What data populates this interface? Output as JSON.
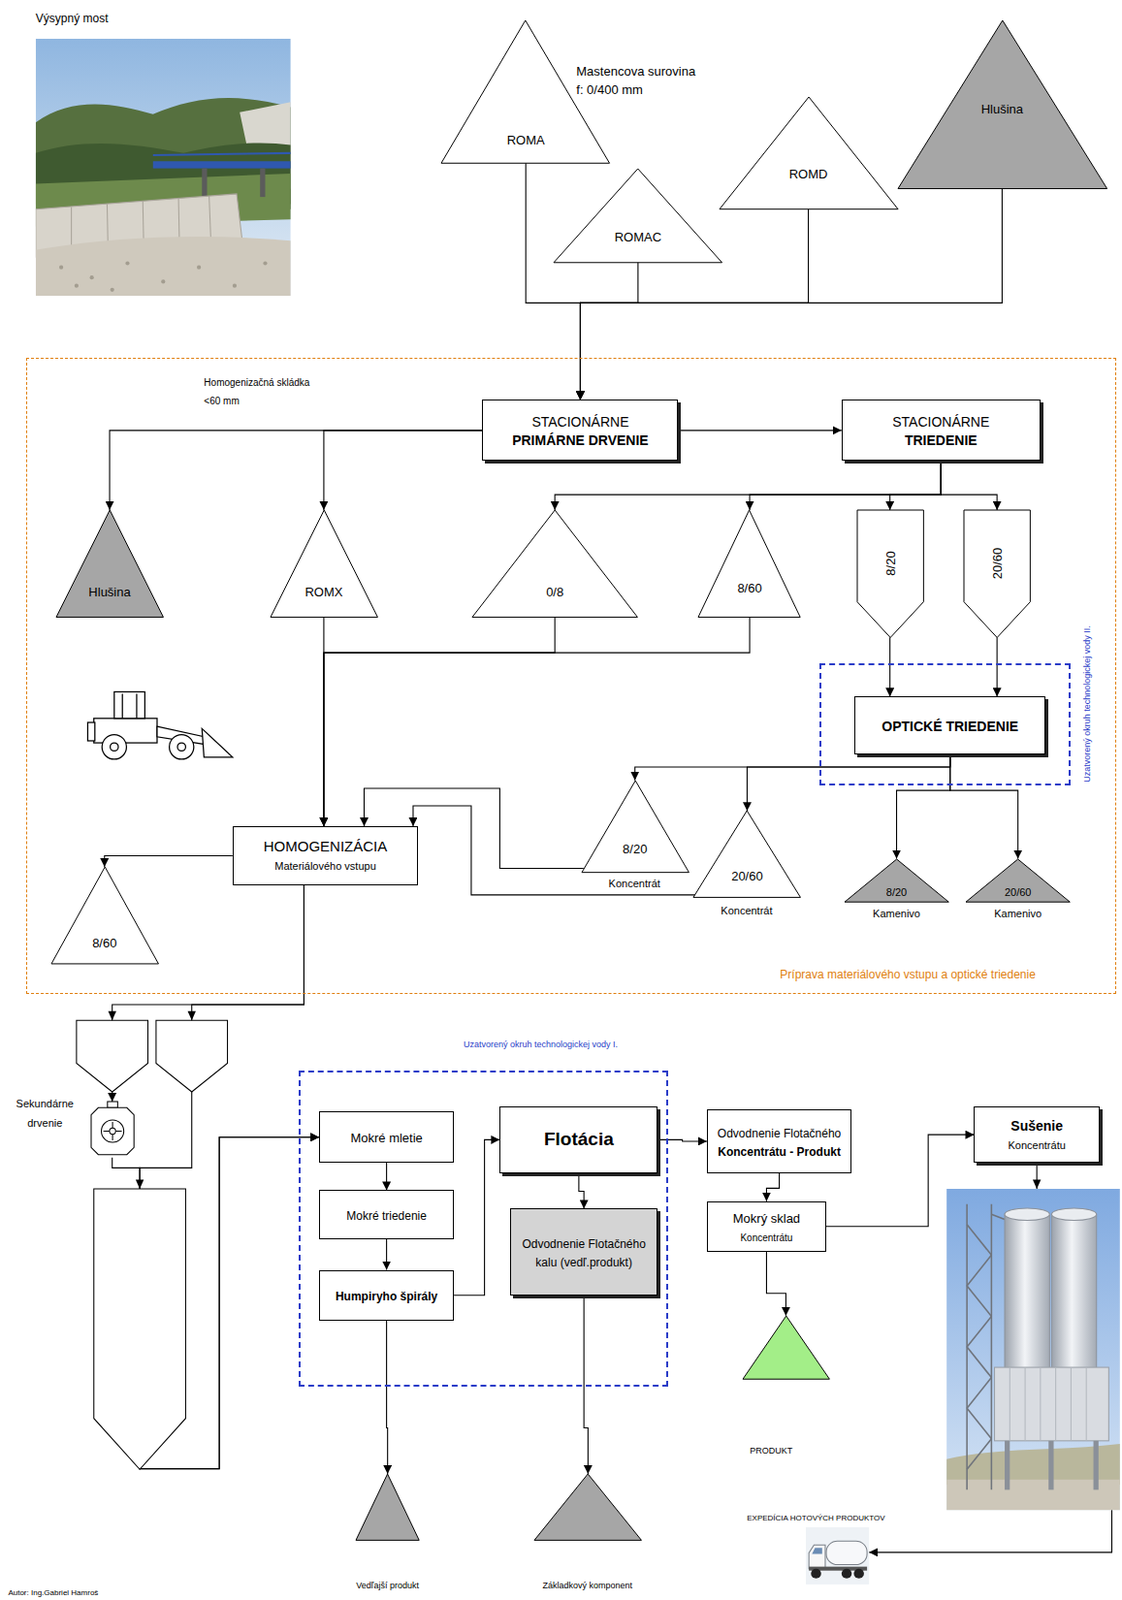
{
  "diagram": {
    "nodes": [
      {
        "text": [
          "ROMA"
        ]
      },
      {
        "text": [
          "ROMAC"
        ]
      },
      {
        "text": [
          "ROMD"
        ]
      },
      {
        "text": [
          "Hlušina"
        ]
      },
      {
        "text": [
          "Príprava materiálového vstupu a optické triedenie"
        ]
      },
      {
        "text": [
          "STACIONÁRNE",
          "PRIMÁRNE DRVENIE"
        ],
        "in": 4
      },
      {
        "text": [
          "STACIONÁRNE",
          "TRIEDENIE"
        ],
        "in": 4
      },
      {
        "text": [
          "Hlušina"
        ],
        "in": 4
      },
      {
        "text": [
          "ROMX"
        ],
        "in": 4
      },
      {
        "text": [
          "0/8"
        ],
        "in": 4
      },
      {
        "text": [
          "8/60"
        ],
        "in": 4
      },
      {
        "text": [
          "8/20"
        ],
        "in": 4
      },
      {
        "text": [
          "20/60"
        ],
        "in": 4
      },
      {
        "text": [
          "Uzatvorený okruh technologickej vody II."
        ],
        "in": 4
      },
      {
        "text": [
          "OPTICKÉ TRIEDENIE"
        ],
        "in": 13
      },
      {
        "text": [
          "HOMOGENIZÁCIA",
          "Materiálového vstupu"
        ],
        "in": 4
      },
      {
        "text": [
          "8/20",
          "Koncentrát"
        ],
        "in": 4
      },
      {
        "text": [
          "20/60",
          "Koncentrát"
        ],
        "in": 4
      },
      {
        "text": [
          "8/20",
          "Kamenivo"
        ],
        "in": 4
      },
      {
        "text": [
          "20/60",
          "Kamenivo"
        ],
        "in": 4
      },
      {
        "text": [
          "8/60"
        ],
        "in": 4
      },
      {
        "text": [
          "Sekundárne drvenie"
        ]
      },
      {
        "text": [
          "Uzatvorený okruh technologickej vody I."
        ]
      },
      {
        "text": [
          "Mokré mletie"
        ],
        "in": 22
      },
      {
        "text": [
          "Flotácia"
        ],
        "in": 22
      },
      {
        "text": [
          "Mokré triedenie"
        ],
        "in": 22
      },
      {
        "text": [
          "Odvodnenie Flotačného kalu (vedľ.produkt)"
        ],
        "in": 22
      },
      {
        "text": [
          "Humpiryho špirály"
        ],
        "in": 22
      },
      {
        "text": [
          "Odvodnenie Flotačného",
          "Koncentrátu - Produkt"
        ]
      },
      {
        "text": [
          "Sušenie",
          "Koncentrátu"
        ]
      },
      {
        "text": [
          "Mokrý sklad",
          "Koncentrátu"
        ]
      },
      {
        "text": [
          "PRODUKT"
        ]
      },
      {
        "text": [
          "Vedľajší produkt"
        ]
      },
      {
        "text": [
          "Základkový komponent"
        ]
      },
      {
        "text": [
          "EXPEDÍCIA HOTOVÝCH PRODUKTOV"
        ]
      }
    ],
    "edges": [
      {
        "from": 0,
        "to": 5,
        "arrow": "to"
      },
      {
        "from": 1,
        "to": 5,
        "arrow": "to"
      },
      {
        "from": 2,
        "to": 5,
        "arrow": "to"
      },
      {
        "from": 3,
        "to": 5,
        "arrow": "to"
      },
      {
        "from": 5,
        "to": 6,
        "arrow": "to"
      },
      {
        "from": 5,
        "to": 7,
        "arrow": "to"
      },
      {
        "from": 5,
        "to": 8,
        "arrow": "to"
      },
      {
        "from": 6,
        "to": 9,
        "arrow": "to"
      },
      {
        "from": 6,
        "to": 10,
        "arrow": "to"
      },
      {
        "from": 6,
        "to": 11,
        "arrow": "to"
      },
      {
        "from": 6,
        "to": 12,
        "arrow": "to"
      },
      {
        "from": 11,
        "to": 14,
        "arrow": "to"
      },
      {
        "from": 12,
        "to": 14,
        "arrow": "to"
      },
      {
        "from": 14,
        "to": 16,
        "arrow": "to"
      },
      {
        "from": 14,
        "to": 17,
        "arrow": "to"
      },
      {
        "from": 14,
        "to": 18,
        "arrow": "to"
      },
      {
        "from": 14,
        "to": 19,
        "arrow": "to"
      },
      {
        "from": 8,
        "to": 15,
        "arrow": "to"
      },
      {
        "from": 9,
        "to": 15,
        "arrow": "to"
      },
      {
        "from": 10,
        "to": 15,
        "arrow": "to"
      },
      {
        "from": 16,
        "to": 15,
        "arrow": "to"
      },
      {
        "from": 17,
        "to": 15,
        "arrow": "to"
      },
      {
        "from": 15,
        "to": 20,
        "arrow": "to"
      },
      {
        "from": 15,
        "to": 21,
        "arrow": "to"
      },
      {
        "from": 21,
        "to": 23,
        "arrow": "to"
      },
      {
        "from": 15,
        "to": 23,
        "arrow": "to"
      },
      {
        "from": 23,
        "to": 25,
        "arrow": "to"
      },
      {
        "from": 25,
        "to": 27,
        "arrow": "to"
      },
      {
        "from": 27,
        "to": 24,
        "arrow": "to"
      },
      {
        "from": 24,
        "to": 26,
        "arrow": "to"
      },
      {
        "from": 27,
        "to": 32,
        "arrow": "to"
      },
      {
        "from": 26,
        "to": 33,
        "arrow": "to"
      },
      {
        "from": 24,
        "to": 28,
        "arrow": "to"
      },
      {
        "from": 28,
        "to": 30,
        "arrow": "to"
      },
      {
        "from": 30,
        "to": 31,
        "arrow": "to"
      },
      {
        "from": 30,
        "to": 29,
        "arrow": "to"
      },
      {
        "from": 29,
        "to": 34,
        "arrow": "to"
      }
    ],
    "labels": [
      "Výsypný most",
      "Mastencova surovina f: 0/400 mm",
      "Homogenizačná skládka <60 mm",
      "Autor: Ing.Gabriel Hamroš"
    ]
  }
}
